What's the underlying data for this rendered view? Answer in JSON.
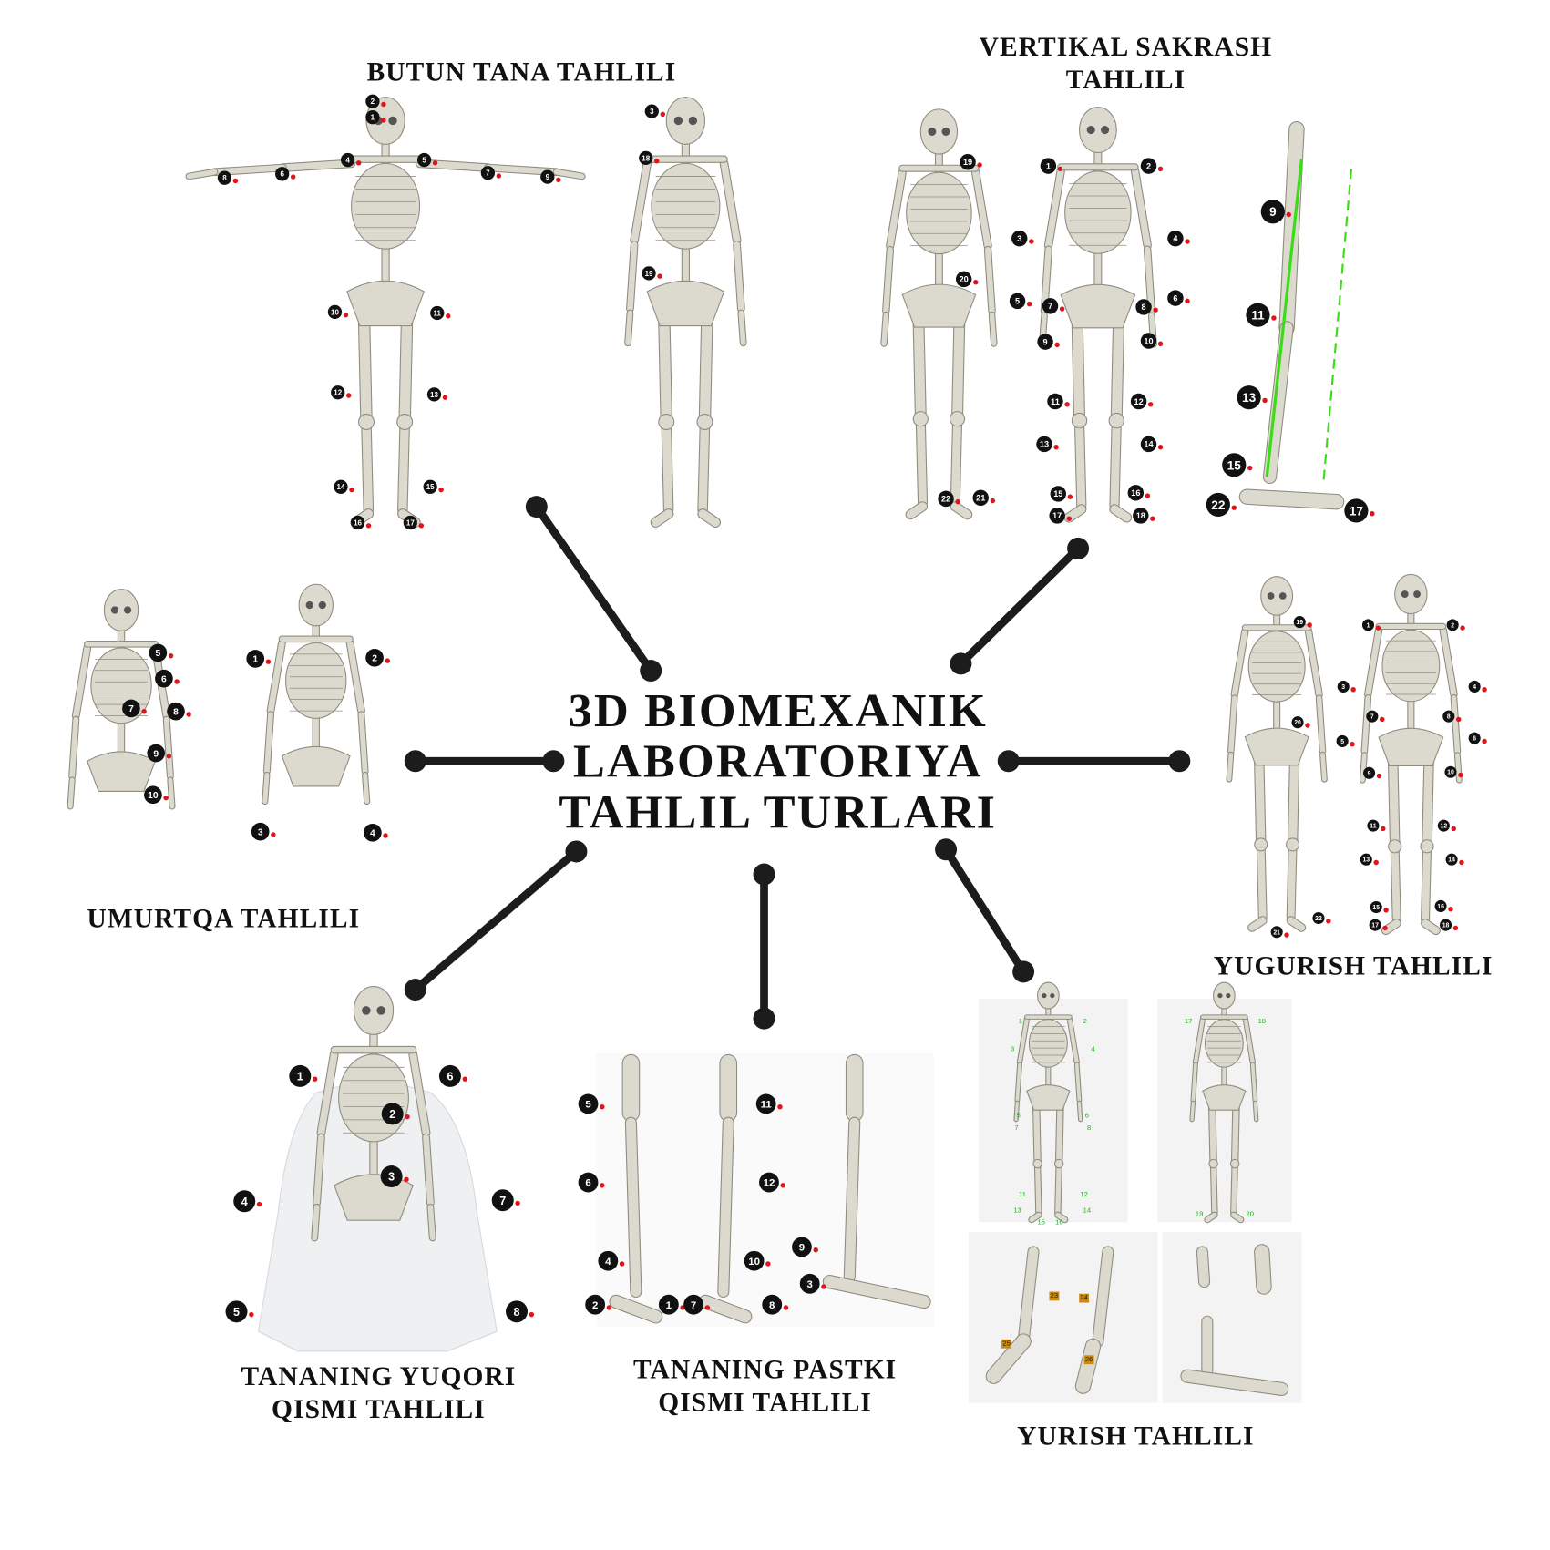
{
  "title": {
    "line1": "3D BIOMEXANIK",
    "line2": "LABORATORIYA",
    "line3": "TAHLIL TURLARI"
  },
  "panels": {
    "butun_tana": {
      "label": "BUTUN TANA TAHLILI",
      "markers": [
        "2",
        "1",
        "4",
        "5",
        "8",
        "6",
        "7",
        "9",
        "10",
        "11",
        "12",
        "13",
        "14",
        "15",
        "16",
        "17",
        "3",
        "18",
        "19"
      ]
    },
    "vertikal_sakrash": {
      "label_line1": "VERTIKAL SAKRASH",
      "label_line2": "TAHLILI",
      "markers": [
        "19",
        "20",
        "22",
        "21",
        "1",
        "2",
        "3",
        "4",
        "5",
        "7",
        "8",
        "6",
        "9",
        "10",
        "11",
        "12",
        "13",
        "14",
        "15",
        "16",
        "17",
        "18",
        "9",
        "11",
        "13",
        "15",
        "22",
        "17"
      ]
    },
    "umurtqa": {
      "label": "UMURTQA TAHLILI",
      "markers": [
        "5",
        "6",
        "7",
        "8",
        "9",
        "10",
        "1",
        "2",
        "3",
        "4"
      ]
    },
    "yugurish": {
      "label": "YUGURISH TAHLILI",
      "markers": [
        "19",
        "20",
        "21",
        "22",
        "1",
        "2",
        "3",
        "4",
        "7",
        "8",
        "5",
        "6",
        "9",
        "10",
        "11",
        "12",
        "13",
        "14",
        "15",
        "16",
        "17",
        "18"
      ]
    },
    "yuqori": {
      "label_line1": "TANANING YUQORI",
      "label_line2": "QISMI TAHLILI",
      "markers": [
        "1",
        "6",
        "2",
        "3",
        "4",
        "7",
        "5",
        "8"
      ]
    },
    "pastki": {
      "label_line1": "TANANING PASTKI",
      "label_line2": "QISMI TAHLILI",
      "markers": [
        "5",
        "11",
        "6",
        "12",
        "4",
        "10",
        "9",
        "3",
        "2",
        "1",
        "7",
        "8"
      ]
    },
    "yurish": {
      "label": "YURISH TAHLILI",
      "markers": [
        "1",
        "2",
        "3",
        "4",
        "5",
        "6",
        "7",
        "8",
        "11",
        "12",
        "13",
        "14",
        "15",
        "16",
        "19",
        "20",
        "17",
        "18",
        "23",
        "24",
        "25",
        "26"
      ]
    }
  },
  "colors": {
    "line": "#1c1c1c",
    "bone": "#dcdace",
    "bone_stroke": "#8f8d80",
    "marker_dot": "#e0141c",
    "marker_bg": "#111111",
    "green_line": "#3ddc1a"
  }
}
